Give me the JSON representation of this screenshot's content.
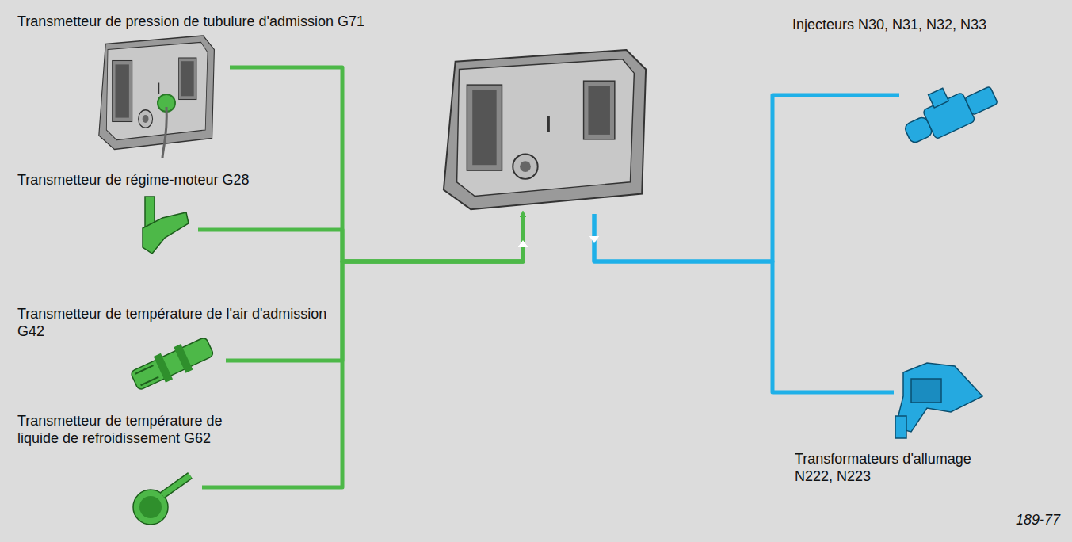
{
  "diagram": {
    "nodes": [
      {
        "text": [
          "Transmetteur de pression de tubulure d'admission G71"
        ]
      },
      {
        "text": [
          "Transmetteur de régime-moteur G28"
        ]
      },
      {
        "text": [
          "Transmetteur de température de l'air d'admission G42"
        ]
      },
      {
        "text": [
          "Transmetteur de température de liquide de refroidissement G62"
        ]
      },
      {
        "text": []
      },
      {
        "text": [
          "Injecteurs N30, N31, N32, N33"
        ]
      },
      {
        "text": [
          "Transformateurs d'allumage N222, N223"
        ]
      }
    ],
    "edges": [
      {
        "from": 0,
        "to": 4,
        "arrow": "to"
      },
      {
        "from": 1,
        "to": 4,
        "arrow": "to"
      },
      {
        "from": 2,
        "to": 4,
        "arrow": "to"
      },
      {
        "from": 3,
        "to": 4,
        "arrow": "to"
      },
      {
        "from": 4,
        "to": 5,
        "arrow": "to"
      },
      {
        "from": 4,
        "to": 6,
        "arrow": "to"
      }
    ],
    "labels": [
      "189-77"
    ]
  }
}
